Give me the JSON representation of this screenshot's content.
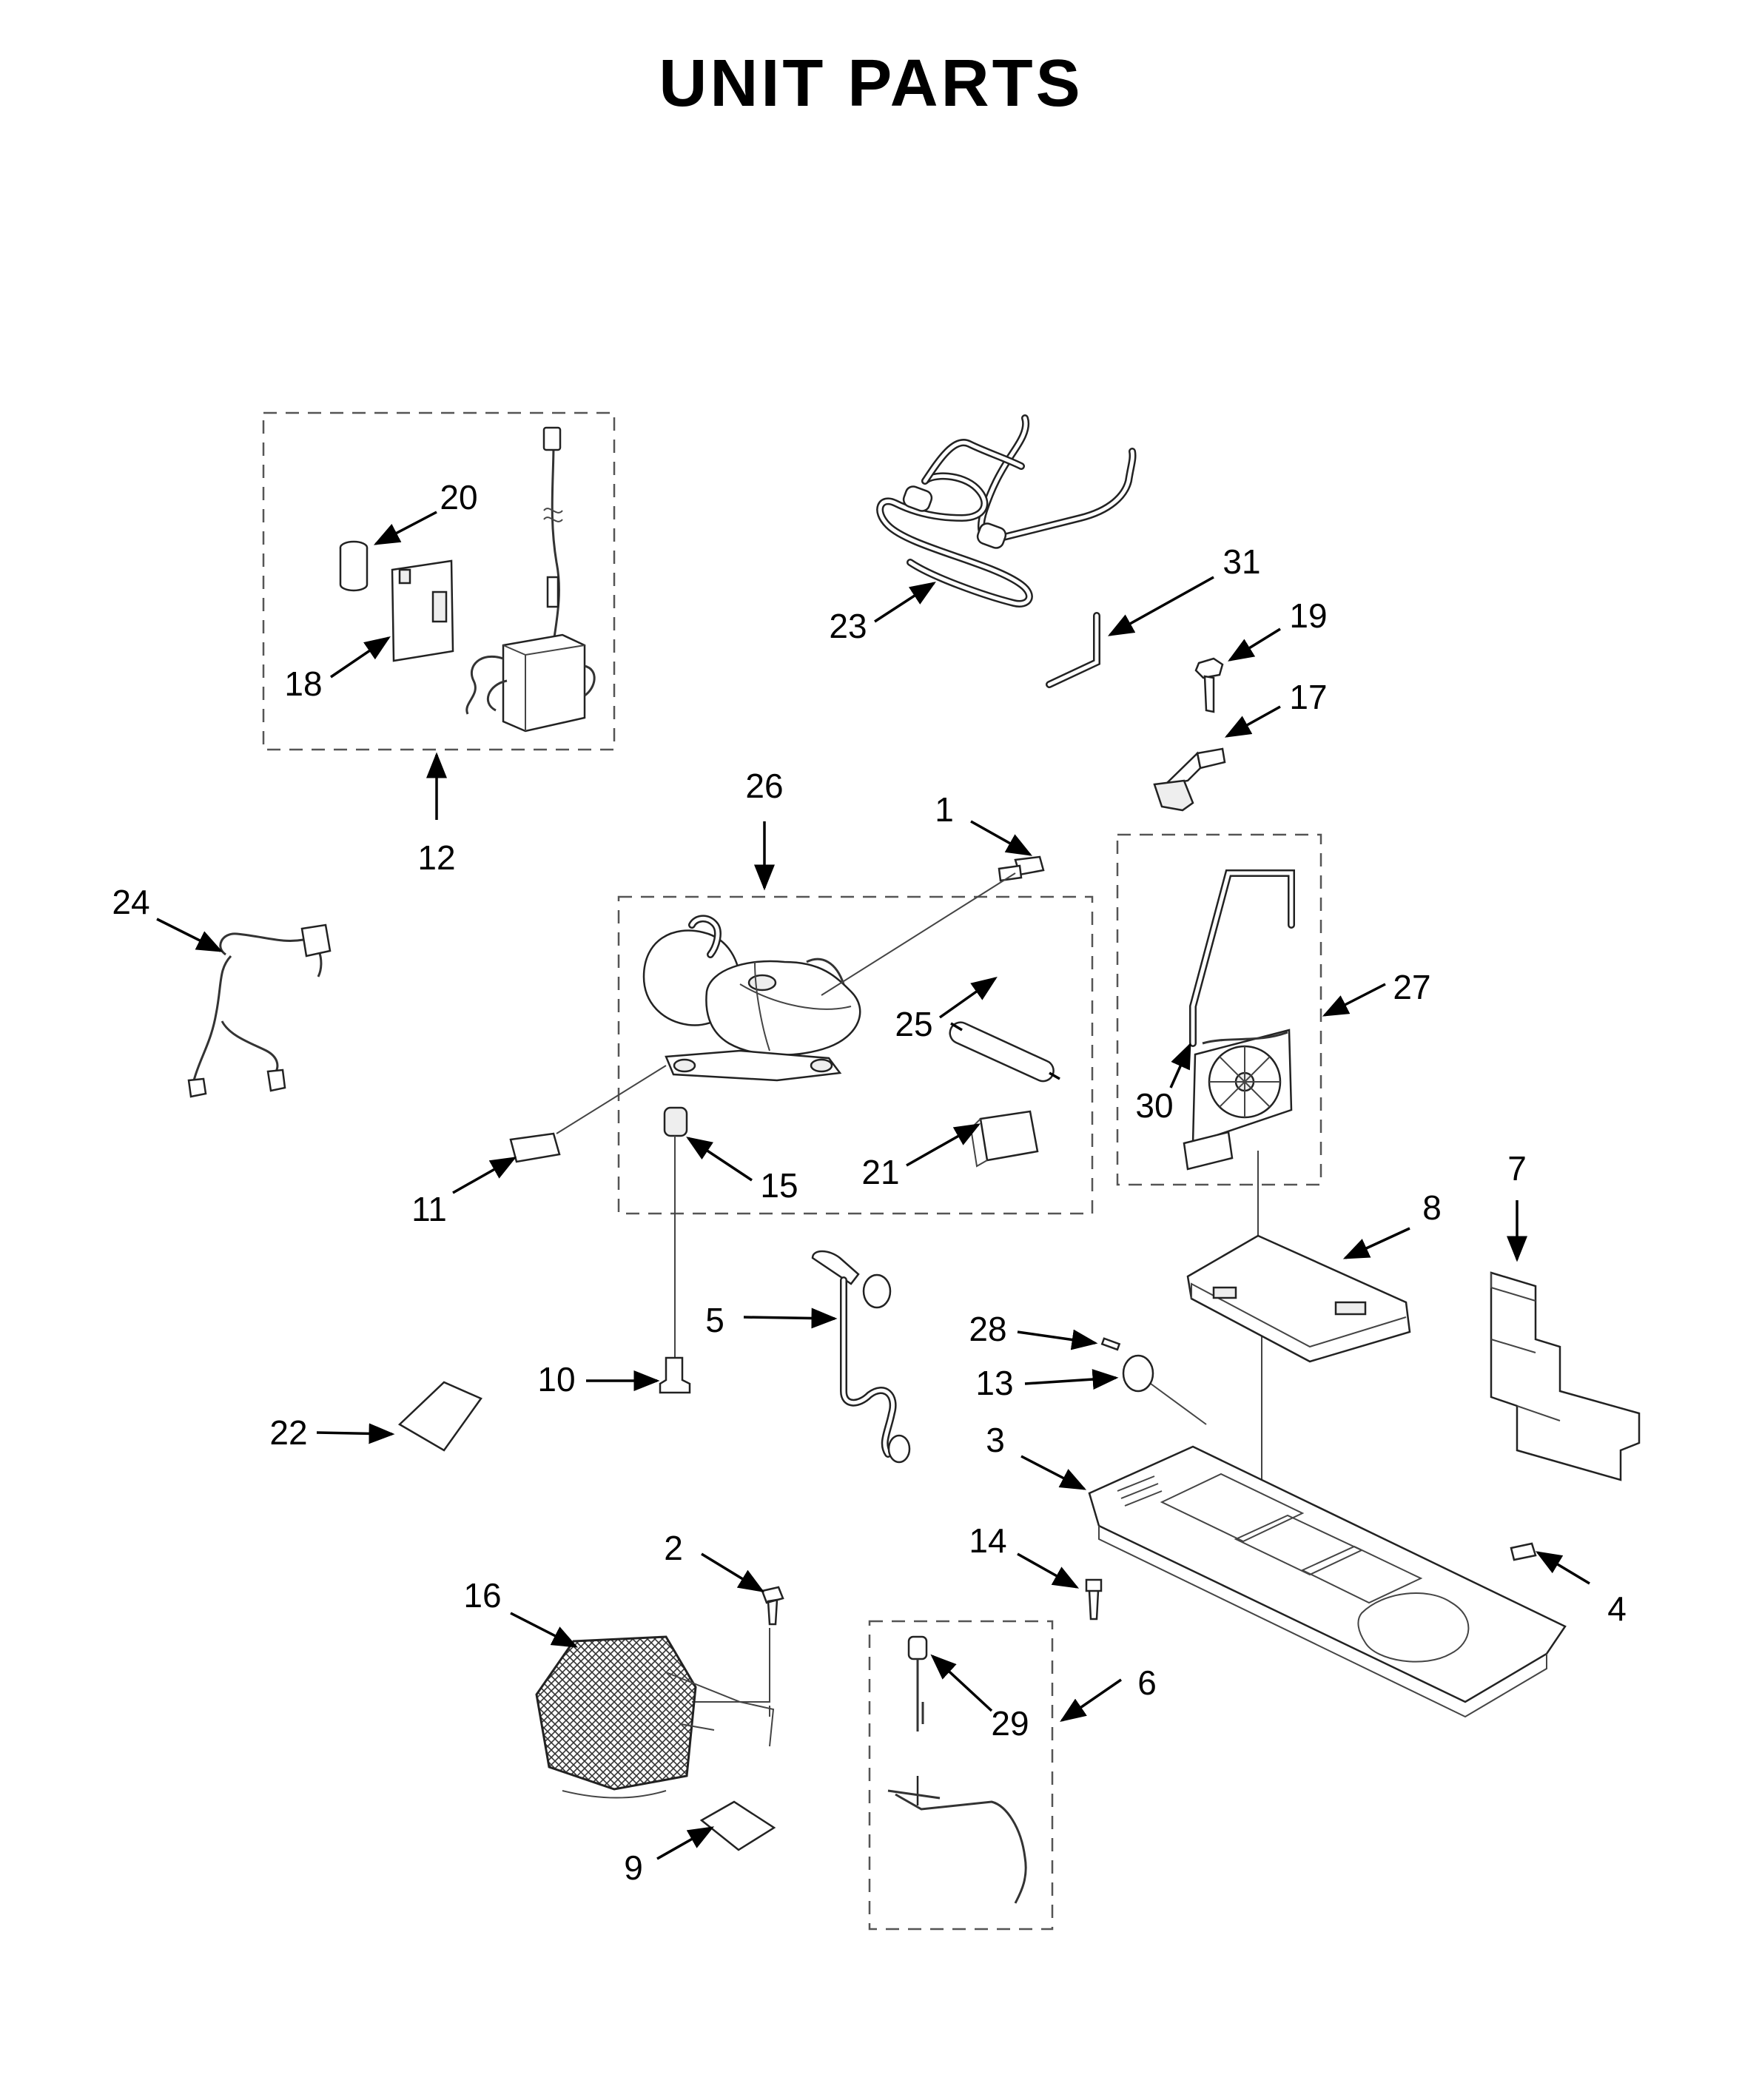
{
  "title": "UNIT PARTS",
  "callouts": [
    "1",
    "2",
    "3",
    "4",
    "5",
    "6",
    "7",
    "8",
    "9",
    "10",
    "11",
    "12",
    "13",
    "14",
    "15",
    "16",
    "17",
    "18",
    "19",
    "20",
    "21",
    "22",
    "23",
    "24",
    "25",
    "26",
    "27",
    "28",
    "29",
    "30",
    "31"
  ]
}
